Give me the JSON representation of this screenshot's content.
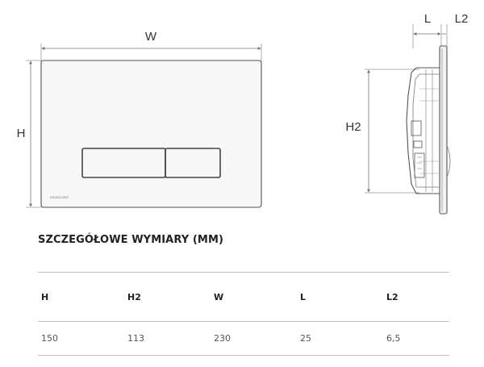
{
  "drawing": {
    "labels": {
      "width": "W",
      "height": "H",
      "side_height": "H2",
      "depth": "L",
      "plate_thickness": "L2",
      "brand_mark": "EXCELLENT"
    },
    "colors": {
      "line": "#555555",
      "dim_line": "#888888",
      "plate_fill": "#f7f7f7"
    }
  },
  "specs": {
    "heading": "SZCZEGÓŁOWE WYMIARY (MM)",
    "columns": [
      "H",
      "H2",
      "W",
      "L",
      "L2"
    ],
    "values": [
      "150",
      "113",
      "230",
      "25",
      "6,5"
    ]
  }
}
